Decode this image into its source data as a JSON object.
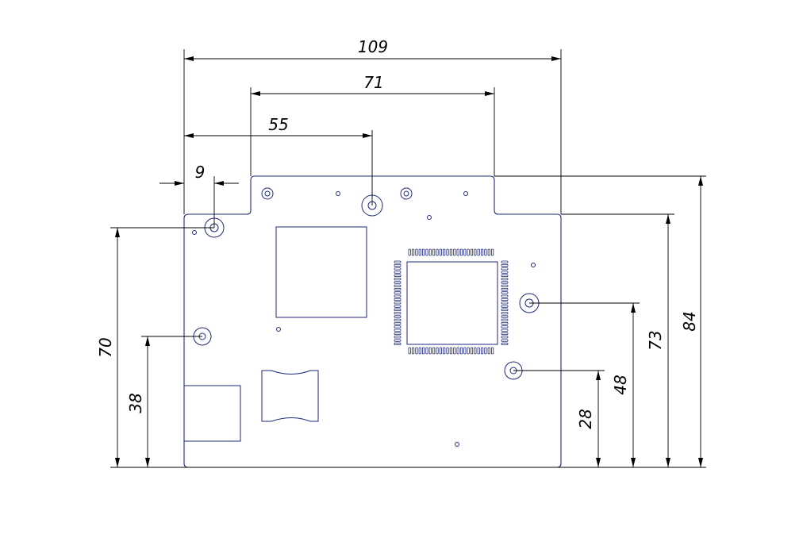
{
  "dimensions": {
    "width_total": "109",
    "offset_71": "71",
    "offset_55": "55",
    "offset_9": "9",
    "height_70": "70",
    "height_38": "38",
    "height_28": "28",
    "height_48": "48",
    "height_73": "73",
    "height_84": "84"
  },
  "colors": {
    "outline": "#1f2a7a",
    "dimension": "#000000"
  }
}
